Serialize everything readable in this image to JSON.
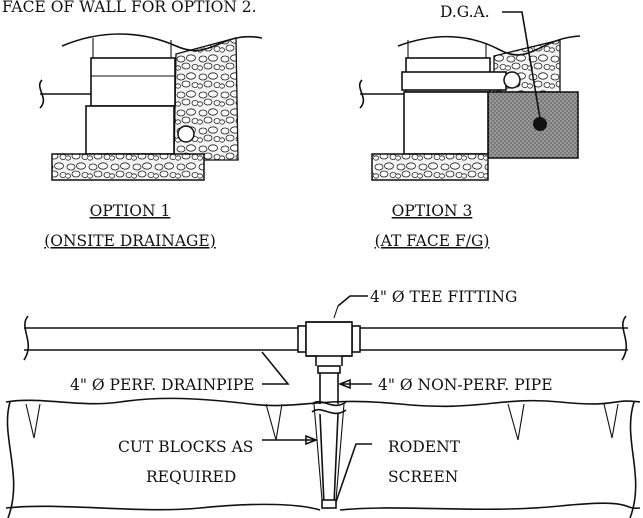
{
  "header_text": "FACE OF WALL FOR OPTION 2.",
  "labels": {
    "dga": "D.G.A.",
    "option1_title": "OPTION 1",
    "option1_subtitle": "(ONSITE DRAINAGE)",
    "option3_title": "OPTION 3",
    "option3_subtitle": "(AT FACE F/G)",
    "tee_fitting": "4\" Ø TEE FITTING",
    "perf_drainpipe": "4\" Ø PERF. DRAINPIPE",
    "nonperf_pipe": "4\" Ø NON-PERF. PIPE",
    "cut_blocks_1": "CUT BLOCKS AS",
    "cut_blocks_2": "REQUIRED",
    "rodent_1": "RODENT",
    "rodent_2": "SCREEN"
  },
  "colors": {
    "line": "#111111",
    "gravel_fill": "#f2f2f2",
    "dga_fill": "#8c8c8c",
    "background": "#ffffff"
  }
}
